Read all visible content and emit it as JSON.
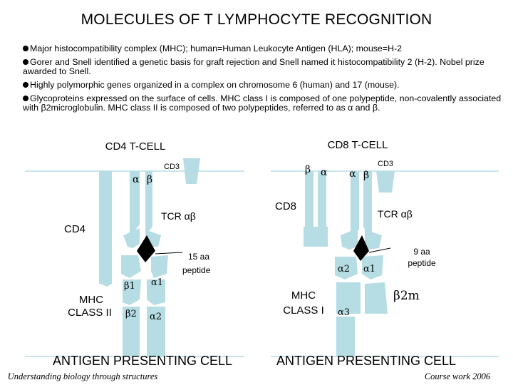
{
  "title": "MOLECULES OF T LYMPHOCYTE RECOGNITION",
  "bullets": [
    "Major histocompatibility complex (MHC); human=Human Leukocyte Antigen (HLA); mouse=H-2",
    "Gorer and Snell identified a genetic basis for graft rejection and Snell named it histocompatibility 2 (H-2). Nobel prize awarded to Snell.",
    "Highly polymorphic genes organized in a complex on chromosome 6 (human) and 17 (mouse).",
    "Glycoproteins expressed on the surface of cells. MHC class I is composed of one polypeptide, non-covalently associated with β2microglobulin. MHC class II is composed of two polypeptides, referred to as α and β."
  ],
  "left_panel": {
    "cell_title": "CD4 T-CELL",
    "cd3": "CD3",
    "alpha": "α",
    "beta": "β",
    "tcr": "TCR αβ",
    "coreceptor": "CD4",
    "peptide_line1": "15 aa",
    "peptide_line2": "peptide",
    "b1": "β1",
    "a1": "α1",
    "b2": "β2",
    "a2": "α2",
    "mhc_line1": "MHC",
    "mhc_line2": "CLASS II",
    "apc": "ANTIGEN PRESENTING CELL"
  },
  "right_panel": {
    "cell_title": "CD8 T-CELL",
    "cd3": "CD3",
    "beta_left": "β",
    "alpha_left": "α",
    "alpha": "α",
    "beta": "β",
    "coreceptor": "CD8",
    "tcr": "TCR αβ",
    "peptide_line1": "9 aa",
    "peptide_line2": "peptide",
    "a2": "α2",
    "a1": "α1",
    "mhc_line1": "MHC",
    "mhc_line2": "CLASS I",
    "a3": "α3",
    "b2m": "β2m",
    "apc": "ANTIGEN PRESENTING CELL"
  },
  "footer": {
    "left": "Understanding biology through structures",
    "right": "Course work 2006"
  },
  "colors": {
    "protein": "#b5dde3",
    "peptide": "#000000"
  }
}
